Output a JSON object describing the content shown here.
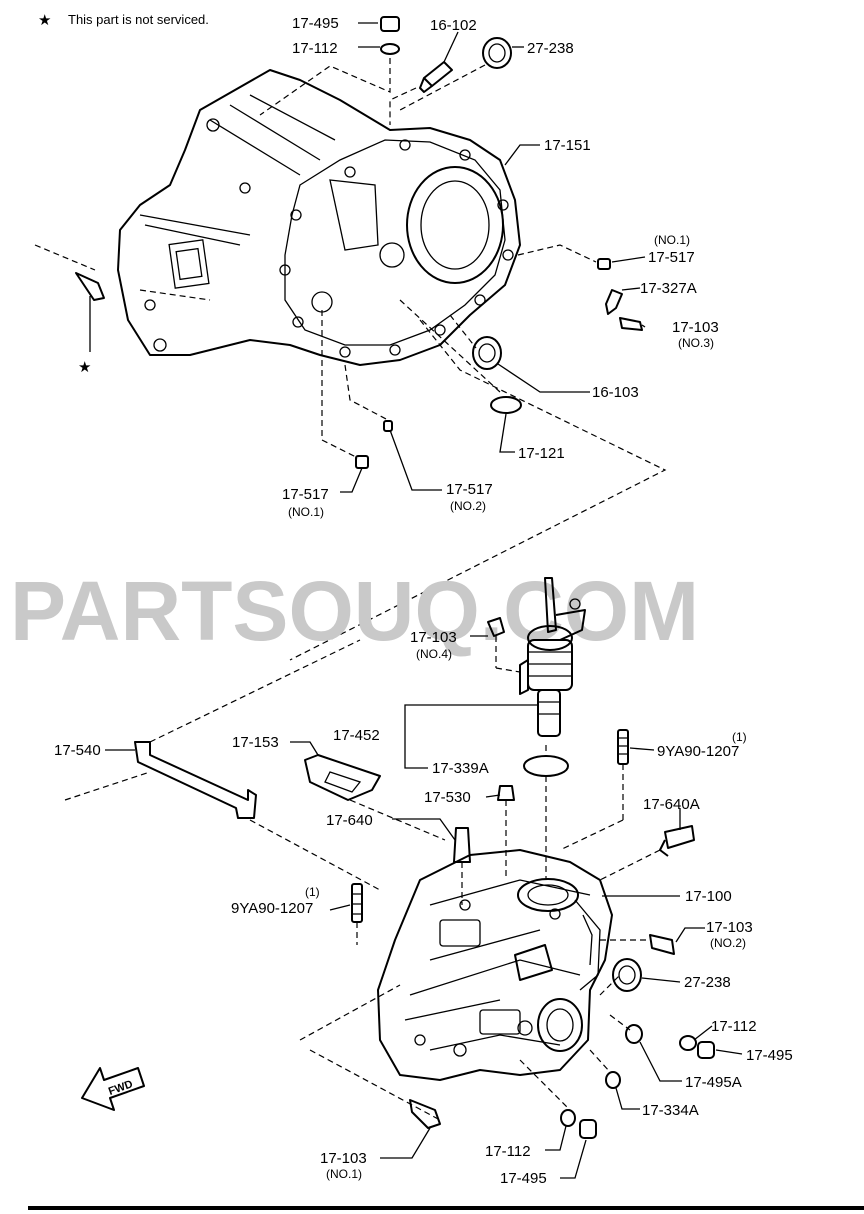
{
  "note": {
    "star": "★",
    "text": "This part is not serviced."
  },
  "watermark": "PARTSOUQ.COM",
  "fwd_label": "FWD",
  "callouts": {
    "c1": {
      "code": "17-495",
      "sub": ""
    },
    "c2": {
      "code": "17-112",
      "sub": ""
    },
    "c3": {
      "code": "16-102",
      "sub": ""
    },
    "c4": {
      "code": "27-238",
      "sub": ""
    },
    "c5": {
      "code": "17-151",
      "sub": ""
    },
    "c6": {
      "code": "17-517",
      "sub": "(NO.1)"
    },
    "c7": {
      "code": "17-327A",
      "sub": ""
    },
    "c8": {
      "code": "17-103",
      "sub": "(NO.3)"
    },
    "c9": {
      "code": "16-103",
      "sub": ""
    },
    "c10": {
      "code": "17-121",
      "sub": ""
    },
    "c11": {
      "code": "17-517",
      "sub": "(NO.1)"
    },
    "c12": {
      "code": "17-517",
      "sub": "(NO.2)"
    },
    "c13": {
      "code": "17-103",
      "sub": "(NO.4)"
    },
    "c14": {
      "code": "17-540",
      "sub": ""
    },
    "c15": {
      "code": "17-153",
      "sub": ""
    },
    "c16": {
      "code": "17-452",
      "sub": ""
    },
    "c17": {
      "code": "17-339A",
      "sub": ""
    },
    "c18": {
      "code": "9YA90-1207",
      "sub": "(1)"
    },
    "c19": {
      "code": "17-530",
      "sub": ""
    },
    "c20": {
      "code": "17-640",
      "sub": ""
    },
    "c21": {
      "code": "17-640A",
      "sub": ""
    },
    "c22": {
      "code": "9YA90-1207",
      "sub": "(1)"
    },
    "c23": {
      "code": "17-100",
      "sub": ""
    },
    "c24": {
      "code": "17-103",
      "sub": "(NO.2)"
    },
    "c25": {
      "code": "27-238",
      "sub": ""
    },
    "c26": {
      "code": "17-112",
      "sub": ""
    },
    "c27": {
      "code": "17-495",
      "sub": ""
    },
    "c28": {
      "code": "17-495A",
      "sub": ""
    },
    "c29": {
      "code": "17-334A",
      "sub": ""
    },
    "c30": {
      "code": "17-103",
      "sub": "(NO.1)"
    },
    "c31": {
      "code": "17-112",
      "sub": ""
    },
    "c32": {
      "code": "17-495",
      "sub": ""
    }
  }
}
